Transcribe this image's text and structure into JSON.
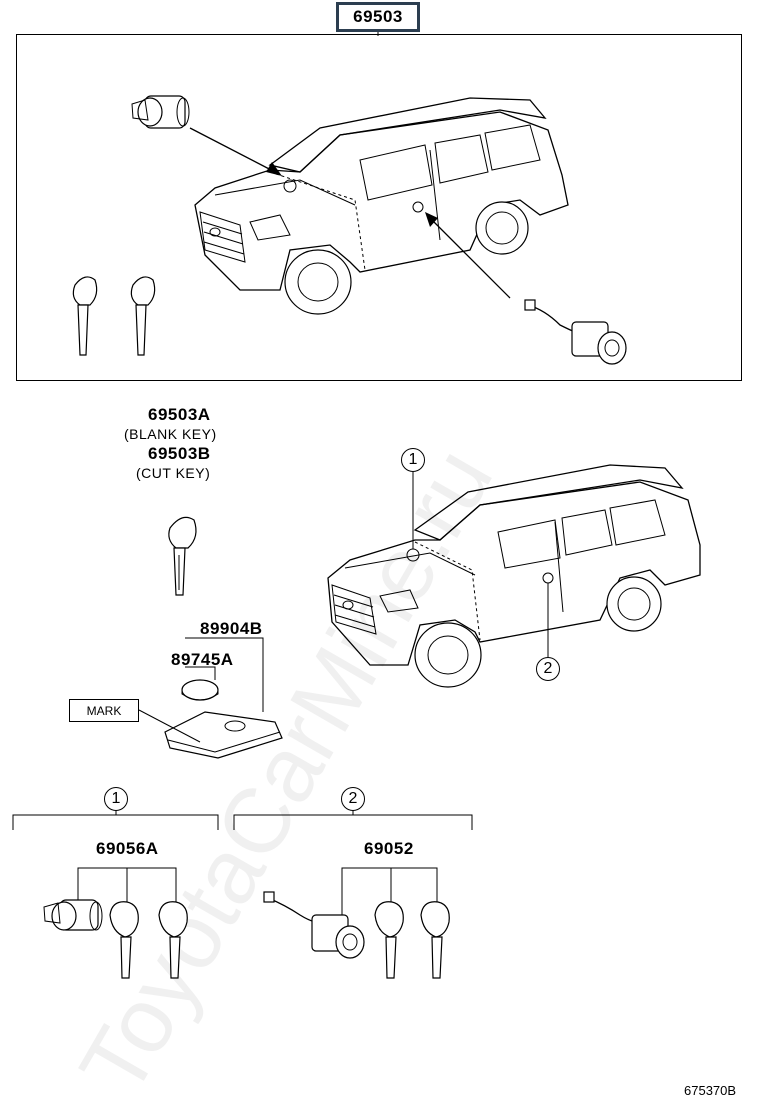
{
  "header": {
    "main_part_number": "69503"
  },
  "key_block": {
    "blank_key_number": "69503A",
    "blank_key_label": "(BLANK KEY)",
    "cut_key_number": "69503B",
    "cut_key_label": "(CUT KEY)"
  },
  "remote": {
    "assembly_number": "89904B",
    "battery_number": "89745A",
    "mark_label": "MARK"
  },
  "callouts": {
    "one": "1",
    "two": "2"
  },
  "sets": {
    "set_one_marker": "1",
    "set_one_number": "69056A",
    "set_two_marker": "2",
    "set_two_number": "69052"
  },
  "watermark": "ToyotaCarMine.ru",
  "illustration_code": "675370B"
}
